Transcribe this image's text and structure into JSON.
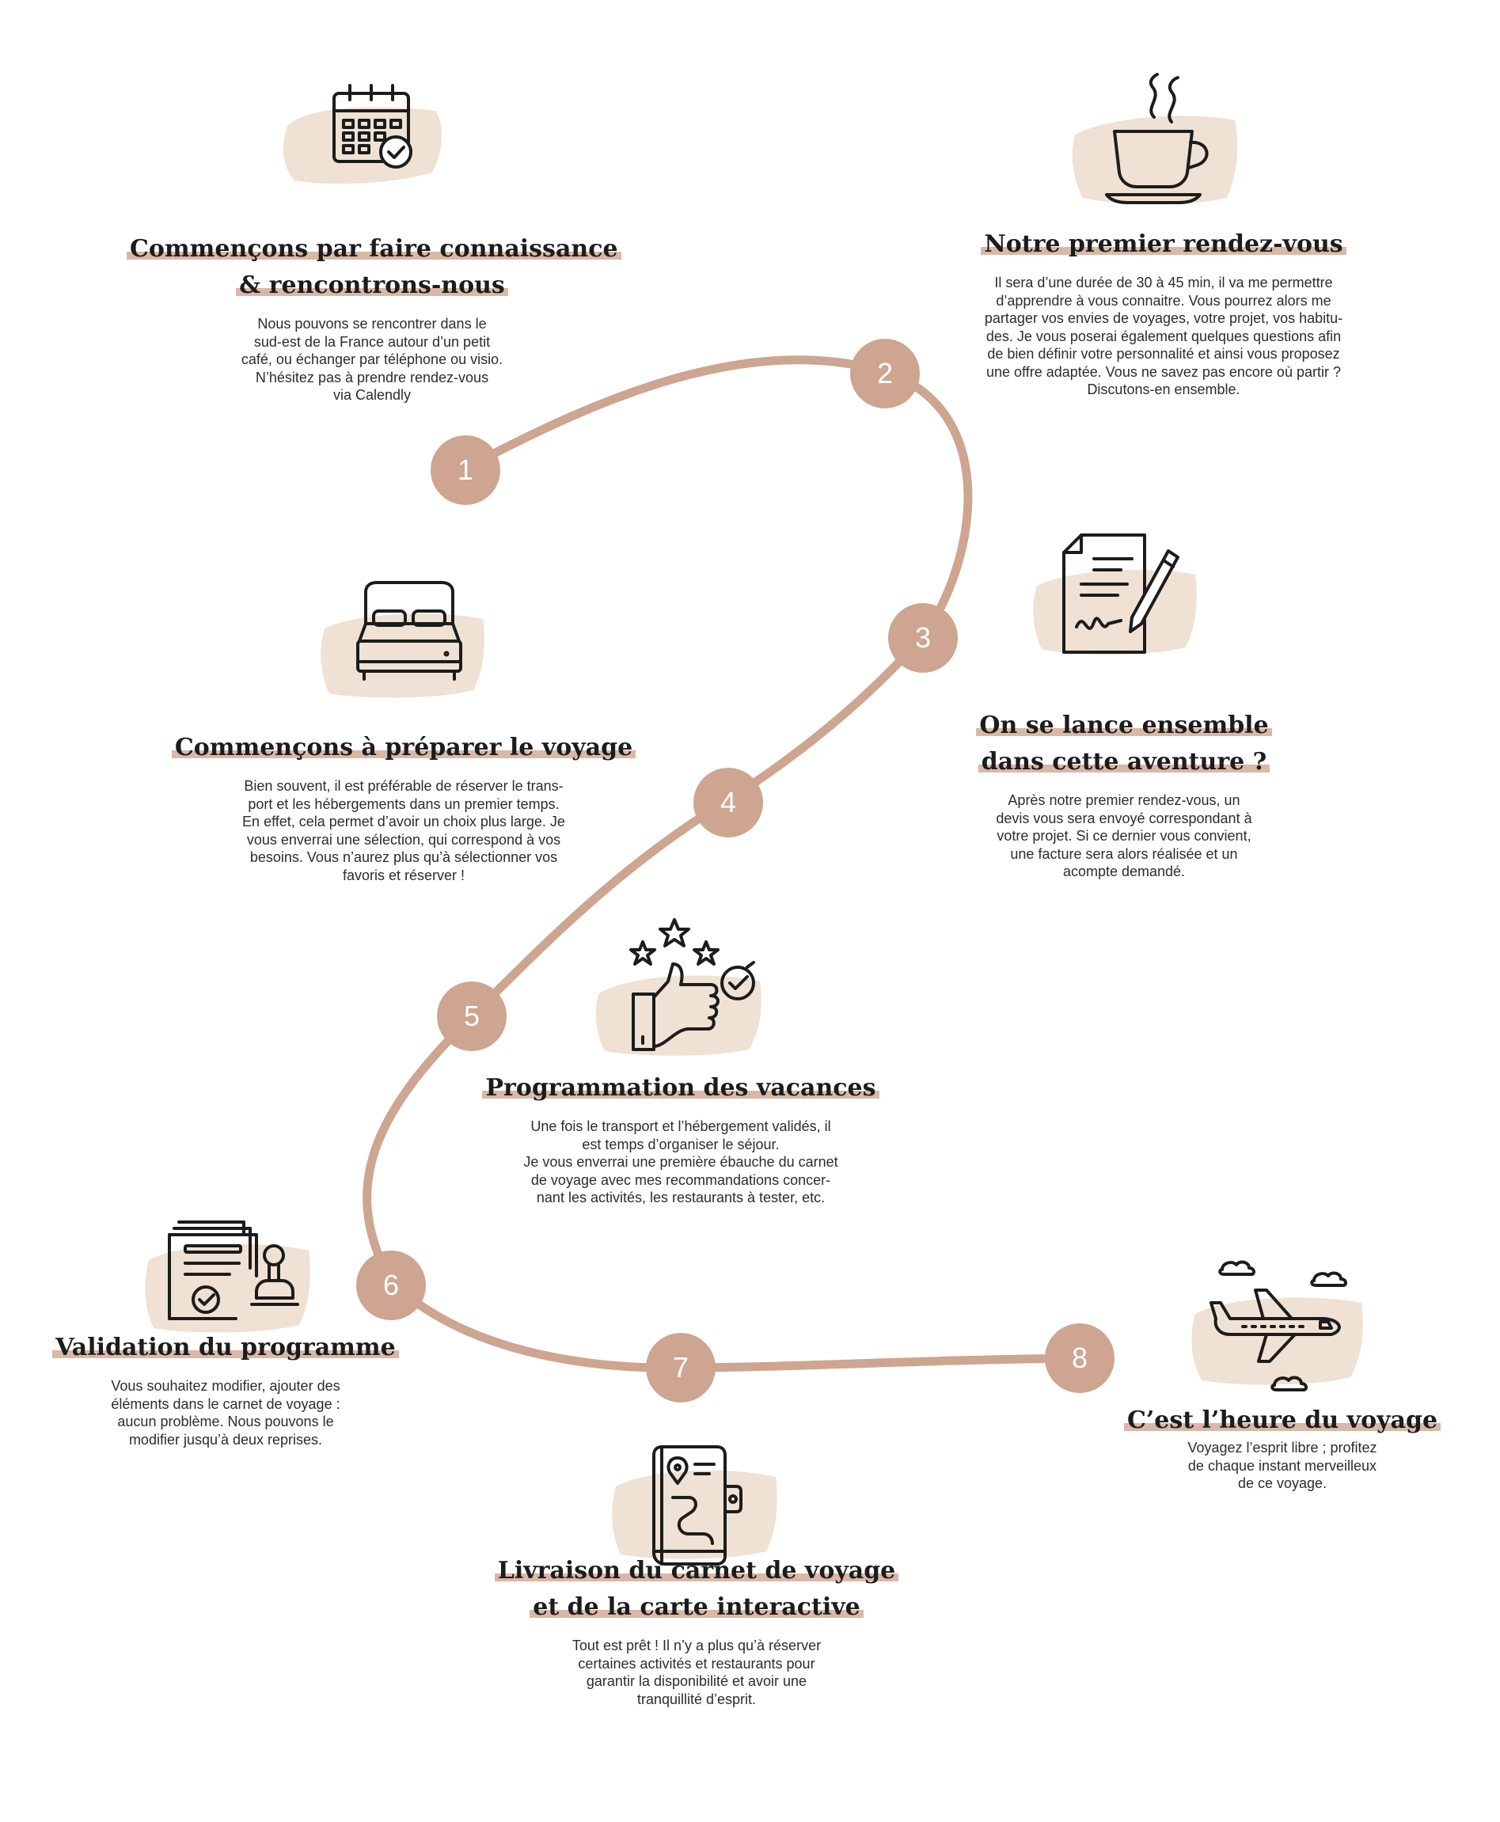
{
  "colors": {
    "accent": "#cda590",
    "smudge": "#efe1d3",
    "ink": "#1c1c1c",
    "highlight": "#d9b8a6"
  },
  "steps": [
    {
      "number": "1",
      "icon": "calendar-check-icon",
      "title_lines": [
        "Commençons par faire connaissance",
        "& rencontrons-nous"
      ],
      "desc_lines": [
        "Nous pouvons se rencontrer dans le",
        "sud-est de la France autour d’un petit",
        "café, ou échanger par téléphone ou visio.",
        "N’hésitez pas à prendre rendez-vous",
        "via Calendly"
      ]
    },
    {
      "number": "2",
      "icon": "coffee-cup-icon",
      "title_lines": [
        "Notre premier rendez-vous"
      ],
      "desc_lines": [
        "Il sera d’une durée de 30 à 45 min, il va me permettre",
        "d’apprendre à vous connaitre. Vous pourrez alors me",
        "partager vos envies de voyages, votre projet, vos habitu-",
        "des. Je vous poserai également quelques questions afin",
        "de bien définir votre personnalité et ainsi vous proposez",
        "une offre adaptée. Vous ne savez pas encore où partir ?",
        "Discutons-en ensemble."
      ]
    },
    {
      "number": "3",
      "icon": "signed-contract-icon",
      "title_lines": [
        "On se lance ensemble",
        "dans cette aventure ?"
      ],
      "desc_lines": [
        "Après notre premier rendez-vous, un",
        "devis vous sera envoyé correspondant à",
        "votre projet. Si ce dernier vous convient,",
        "une facture sera alors réalisée et un",
        "acompte demandé."
      ]
    },
    {
      "number": "4",
      "icon": "bed-icon",
      "title_lines": [
        "Commençons à préparer le voyage"
      ],
      "desc_lines": [
        "Bien souvent, il est préférable de réserver le trans-",
        "port et les hébergements dans un premier temps.",
        "En effet, cela permet d’avoir un choix plus large. Je",
        "vous enverrai une sélection, qui correspond à vos",
        "besoins. Vous n’aurez plus qu’à sélectionner vos",
        "favoris et réserver !"
      ]
    },
    {
      "number": "5",
      "icon": "thumbs-up-stars-icon",
      "title_lines": [
        "Programmation des vacances"
      ],
      "desc_lines": [
        "Une fois le transport et l’hébergement validés, il",
        "est temps d’organiser le séjour.",
        "Je vous enverrai une première ébauche du carnet",
        "de voyage avec mes recommandations concer-",
        "nant les activités, les restaurants à tester, etc."
      ]
    },
    {
      "number": "6",
      "icon": "stamped-document-icon",
      "title_lines": [
        "Validation du programme"
      ],
      "desc_lines": [
        "Vous souhaitez modifier, ajouter des",
        "éléments dans le carnet de voyage :",
        "aucun problème. Nous pouvons le",
        "modifier jusqu’à deux reprises."
      ]
    },
    {
      "number": "7",
      "icon": "travel-notebook-icon",
      "title_lines": [
        "Livraison du carnet de voyage",
        "et de la carte interactive"
      ],
      "desc_lines": [
        "Tout est prêt ! Il n’y a plus qu’à réserver",
        "certaines activités et restaurants pour",
        "garantir la disponibilité et avoir une",
        "tranquillité d’esprit."
      ]
    },
    {
      "number": "8",
      "icon": "airplane-clouds-icon",
      "title_lines": [
        "C’est l’heure du voyage"
      ],
      "desc_lines": [
        "Voyagez l’esprit libre ; profitez",
        "de chaque instant merveilleux",
        "de ce voyage."
      ]
    }
  ]
}
